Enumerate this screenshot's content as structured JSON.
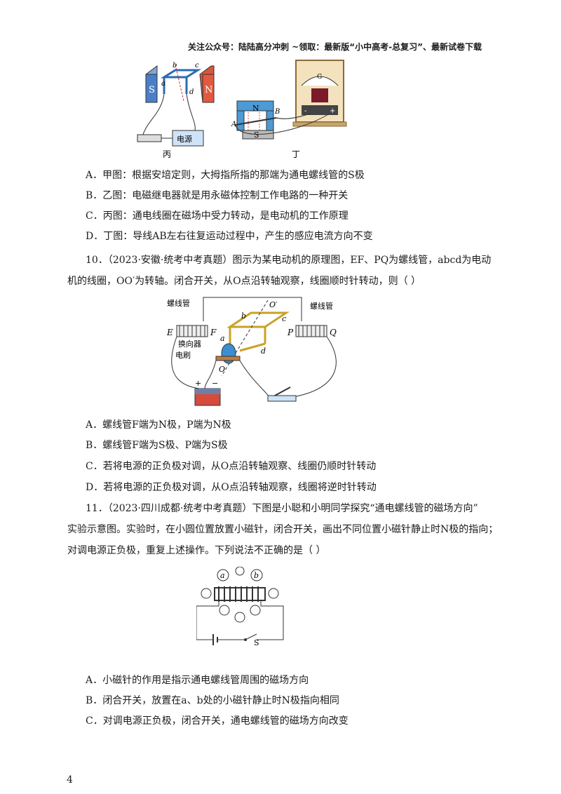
{
  "header": "关注公众号：陆陆高分冲刺  ~领取：最新版“小中高考-总复习”、最新试卷下载",
  "fig_top": {
    "bing": {
      "caption": "丙",
      "S": "S",
      "N": "N",
      "a": "a",
      "b": "b",
      "c": "c",
      "d": "d",
      "power": "电源"
    },
    "ding": {
      "caption": "丁",
      "G": "G",
      "N": "N",
      "S": "S",
      "A": "A",
      "B": "B",
      "minus": "-",
      "plus": "+"
    }
  },
  "q9_options": [
    "A．甲图：根据安培定则，大拇指所指的那端为通电螺线管的S极",
    "B．乙图：电磁继电器就是用永磁体控制工作电路的一种开关",
    "C．丙图：通电线圈在磁场中受力转动，是电动机的工作原理",
    "D．丁图：导线AB左右往复运动过程中，产生的感应电流方向不变"
  ],
  "q10": {
    "line1": "10．（2023·安徽·统考中考真题）图示为某电动机的原理图，EF、PQ为螺线管，abcd为电动",
    "line2": "机的线圈，OO′为转轴。闭合开关，从O点沿转轴观察，线圈顺时针转动，则（        ）",
    "figure": {
      "left_coil": "螺线管",
      "right_coil": "螺线管",
      "commutator": "换向器",
      "brush": "电刷",
      "E": "E",
      "F": "F",
      "P": "P",
      "Q": "Q",
      "a": "a",
      "b": "b",
      "c": "c",
      "d": "d",
      "O": "O",
      "O2": "O′",
      "plus": "+",
      "minus": "−"
    },
    "options": [
      "A．螺线管F端为N极，P端为N极",
      "B．螺线管F端为S极、P端为S极",
      "C．若将电源的正负极对调，从O点沿转轴观察、线圈仍顺时针转动",
      "D．若将电源的正负极对调，从O点沿转轴观察，线圈将逆时针转动"
    ]
  },
  "q11": {
    "line1": "11．（2023·四川成都·统考中考真题）下图是小聪和小明同学探究“通电螺线管的磁场方向”",
    "line2": "实验示意图。实验时，在小圆位置放置小磁针，闭合开关，画出不同位置小磁针静止时N极的指向；",
    "line3": "对调电源正负极，重复上述操作。下列说法不正确的是（              ）",
    "figure": {
      "a": "a",
      "b": "b",
      "S": "S"
    },
    "options": [
      "A．小磁针的作用是指示通电螺线管周围的磁场方向",
      "B．闭合开关，放置在a、b处的小磁针静止时N极指向相同",
      "C．对调电源正负极，闭合开关，通电螺线管的磁场方向改变"
    ]
  },
  "page_number": "4"
}
